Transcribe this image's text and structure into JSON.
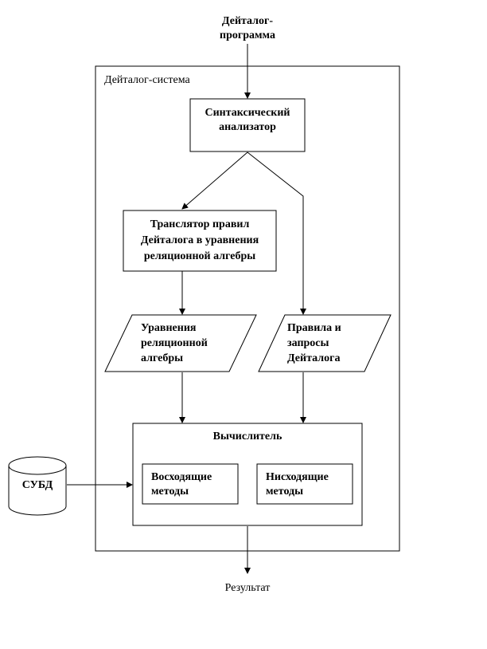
{
  "input": {
    "line1": "Дейталог-",
    "line2": "программа"
  },
  "system": {
    "title": "Дейталог-система"
  },
  "parser": {
    "line1": "Синтаксический",
    "line2": "анализатор"
  },
  "translator": {
    "line1": "Транслятор правил",
    "line2": "Дейталога в уравнения",
    "line3": "реляционной алгебры"
  },
  "equations": {
    "line1": "Уравнения",
    "line2": "реляционной",
    "line3": "алгебры"
  },
  "rules": {
    "line1": "Правила и",
    "line2": "запросы",
    "line3": "Дейталога"
  },
  "evaluator": {
    "title": "Вычислитель"
  },
  "bottom_up": {
    "line1": "Восходящие",
    "line2": "методы"
  },
  "top_down": {
    "line1": "Нисходящие",
    "line2": "методы"
  },
  "dbms": {
    "label": "СУБД"
  },
  "output": {
    "label": "Результат"
  }
}
